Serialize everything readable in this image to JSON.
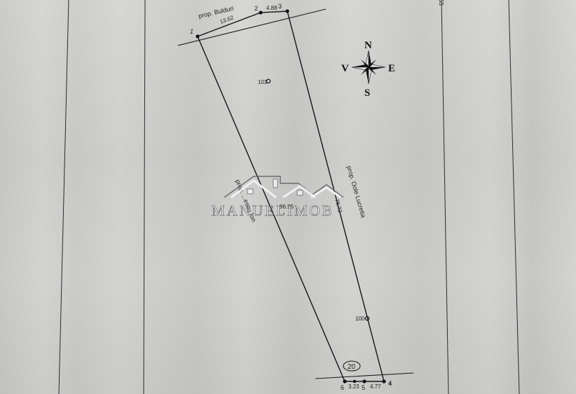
{
  "top_right_label": "55",
  "points": [
    {
      "label": "1"
    },
    {
      "label": "2"
    },
    {
      "label": "3"
    },
    {
      "label": "4"
    },
    {
      "label": "5"
    },
    {
      "label": "6"
    }
  ],
  "distances": {
    "d_1_2": "13.62",
    "d_2_3": "4.88",
    "d_3_4": "76.72",
    "d_4_5": "4.77",
    "d_5_6": "3.23",
    "d_6_1": "96.95"
  },
  "neighbors": {
    "north": "prop. Bulduri",
    "east": "prop. Oole Lucretia",
    "west": "prop. ...escu Ion"
  },
  "stations": {
    "s101": "101",
    "s100": "100"
  },
  "parcel_number": "20",
  "compass": {
    "n": "N",
    "s": "S",
    "e": "E",
    "v": "V"
  },
  "watermark": "MANUELIMOB",
  "colors": {
    "line": "#141414",
    "paper": "#d2d2d0",
    "watermark_fill": "#f4f4f4"
  }
}
